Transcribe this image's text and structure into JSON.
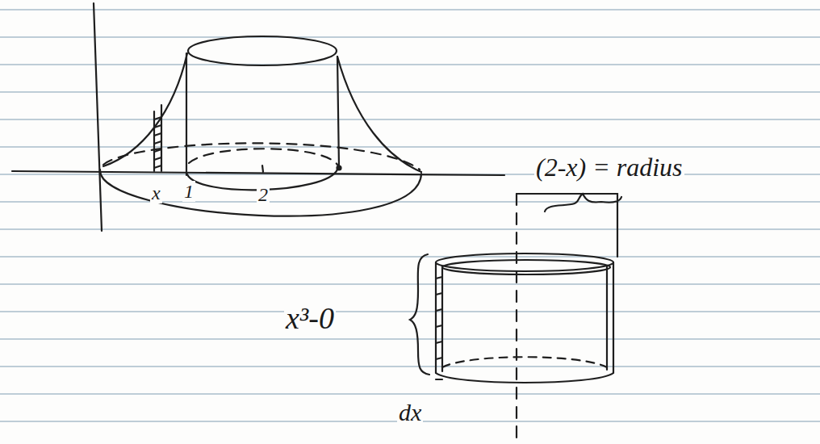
{
  "diagram": {
    "labels": [
      "x",
      "1",
      "2",
      "(2-x) = radius",
      "x³-0",
      "dx"
    ]
  }
}
